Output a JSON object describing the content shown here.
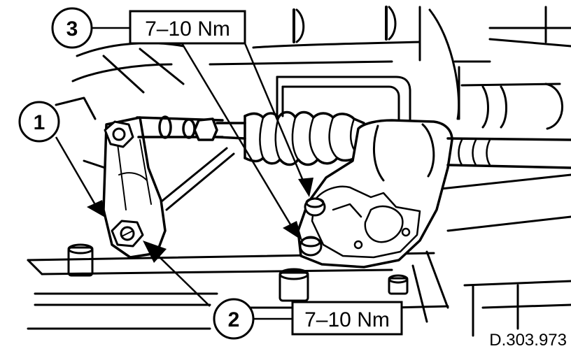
{
  "callouts": {
    "c1": {
      "number": "1"
    },
    "c2": {
      "number": "2"
    },
    "c3": {
      "number": "3"
    }
  },
  "torque": {
    "upper": "7–10 Nm",
    "lower": "7–10 Nm"
  },
  "figure_ref": "D.303.973",
  "colors": {
    "ink": "#000000",
    "paper": "#ffffff"
  }
}
